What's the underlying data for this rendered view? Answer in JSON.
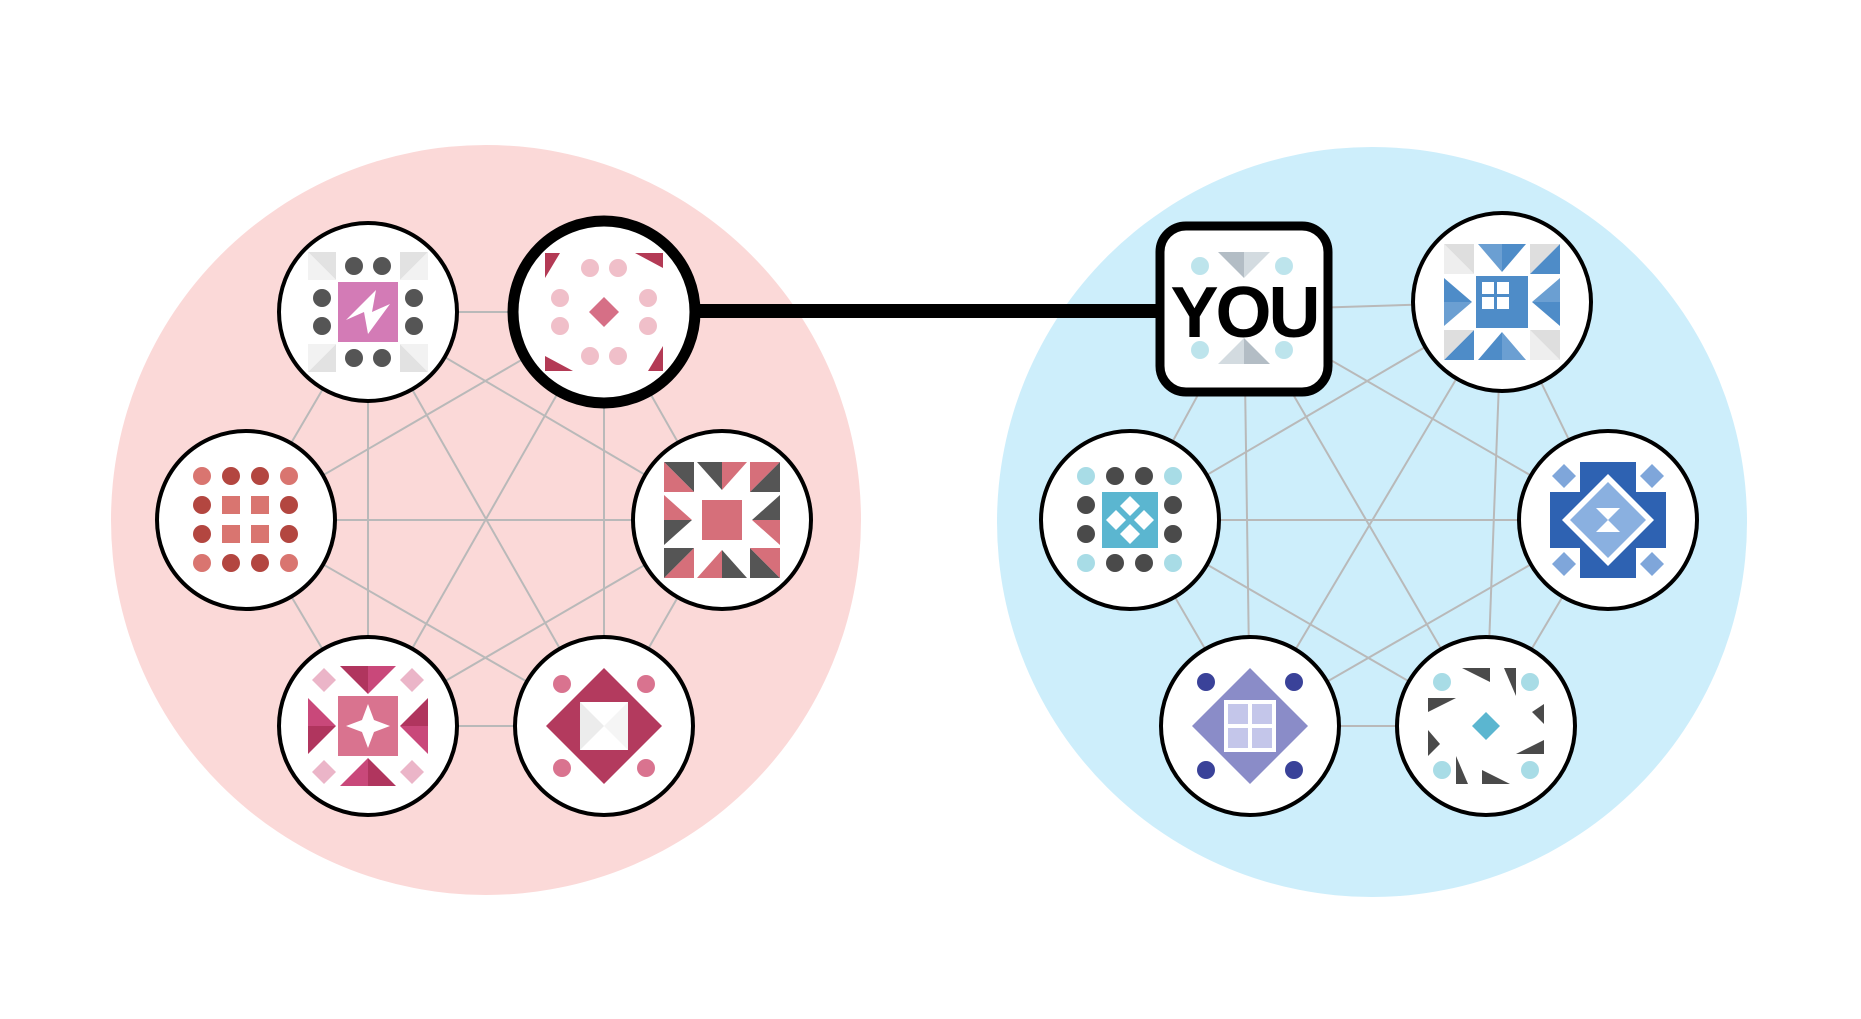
{
  "you_label": "YOU",
  "colors": {
    "left_community_bg": "#fbd9d8",
    "right_community_bg": "#cdeefb",
    "edge_gray": "#b9b9b9",
    "bridge_black": "#000000",
    "node_fill": "#ffffff",
    "node_stroke": "#000000"
  },
  "communities": [
    {
      "side": "left",
      "nodes": [
        {
          "id": "L1",
          "icon": "pink-pinwheel-quilt-block-icon"
        },
        {
          "id": "L2",
          "icon": "pink-diamond-dots-quilt-block-icon",
          "highlighted": true
        },
        {
          "id": "L3",
          "icon": "red-dot-grid-quilt-block-icon"
        },
        {
          "id": "L4",
          "icon": "gray-arrow-star-quilt-block-icon"
        },
        {
          "id": "L5",
          "icon": "magenta-star-quilt-block-icon"
        },
        {
          "id": "L6",
          "icon": "crimson-diamond-quilt-block-icon"
        }
      ]
    },
    {
      "side": "right",
      "nodes": [
        {
          "id": "R1",
          "icon": "you-quilt-block-icon",
          "is_you": true
        },
        {
          "id": "R2",
          "icon": "blue-pinwheel-quilt-block-icon"
        },
        {
          "id": "R3",
          "icon": "teal-dot-grid-quilt-block-icon"
        },
        {
          "id": "R4",
          "icon": "blue-diamond-star-quilt-block-icon"
        },
        {
          "id": "R5",
          "icon": "violet-diamond-quilt-block-icon"
        },
        {
          "id": "R6",
          "icon": "teal-scatter-triangles-quilt-block-icon"
        }
      ]
    }
  ],
  "bridge": {
    "from": "L2",
    "to": "R1"
  }
}
